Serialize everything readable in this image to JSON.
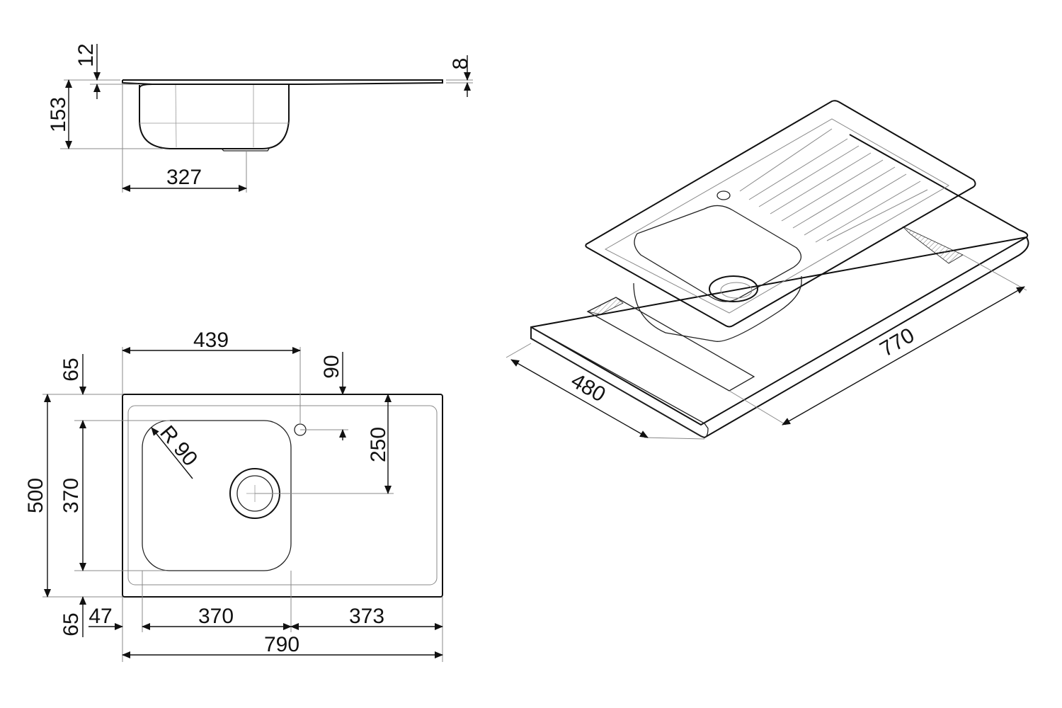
{
  "side_view": {
    "rim_thickness": "12",
    "drainer_thickness": "8",
    "depth": "153",
    "drain_offset": "327"
  },
  "top_view": {
    "tap_hole_x": "439",
    "tap_hole_y": "90",
    "rim_top": "65",
    "overall_depth": "500",
    "bowl_depth": "370",
    "drain_y": "250",
    "corner_radius": "R 90",
    "rim_bottom": "65",
    "rim_left": "47",
    "bowl_width": "370",
    "drainer_width": "373",
    "overall_width": "790"
  },
  "cutout": {
    "depth": "480",
    "width": "770"
  },
  "colors": {
    "line": "#111111",
    "hatch": "#777777"
  }
}
